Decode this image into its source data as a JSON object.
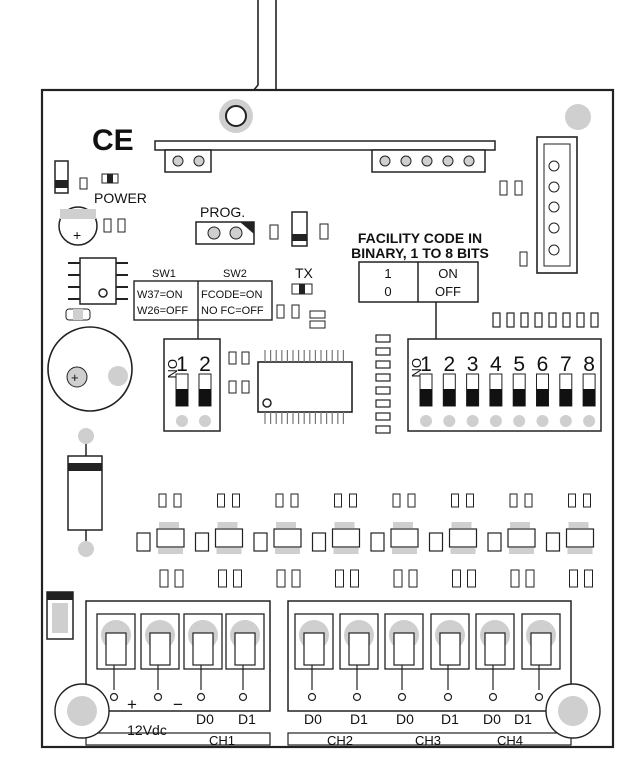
{
  "ce_mark": "CE",
  "power_label": "POWER",
  "prog_label": "PROG.",
  "sw1_label": "SW1",
  "sw2_label": "SW2",
  "tx_label": "TX",
  "sw1_text": [
    "W37=ON",
    "W26=OFF"
  ],
  "sw2_text": [
    "FCODE=ON",
    "NO FC=OFF"
  ],
  "facility_title": [
    "FACILITY CODE IN",
    "BINARY, 1 TO 8 BITS"
  ],
  "legend_values": [
    "1",
    "0"
  ],
  "legend_states": [
    "ON",
    "OFF"
  ],
  "switch_on_mark": "ON",
  "dip_small_numbers": [
    "1",
    "2"
  ],
  "dip_large_numbers": [
    "1",
    "2",
    "3",
    "4",
    "5",
    "6",
    "7",
    "8"
  ],
  "polarity": [
    "+",
    "−"
  ],
  "supply_label": "12Vdc",
  "terminal_labels": [
    "D0",
    "D1",
    "D0",
    "D1",
    "D0",
    "D1",
    "D0",
    "D1"
  ],
  "channel_labels": [
    "CH1",
    "CH2",
    "CH3",
    "CH4"
  ]
}
